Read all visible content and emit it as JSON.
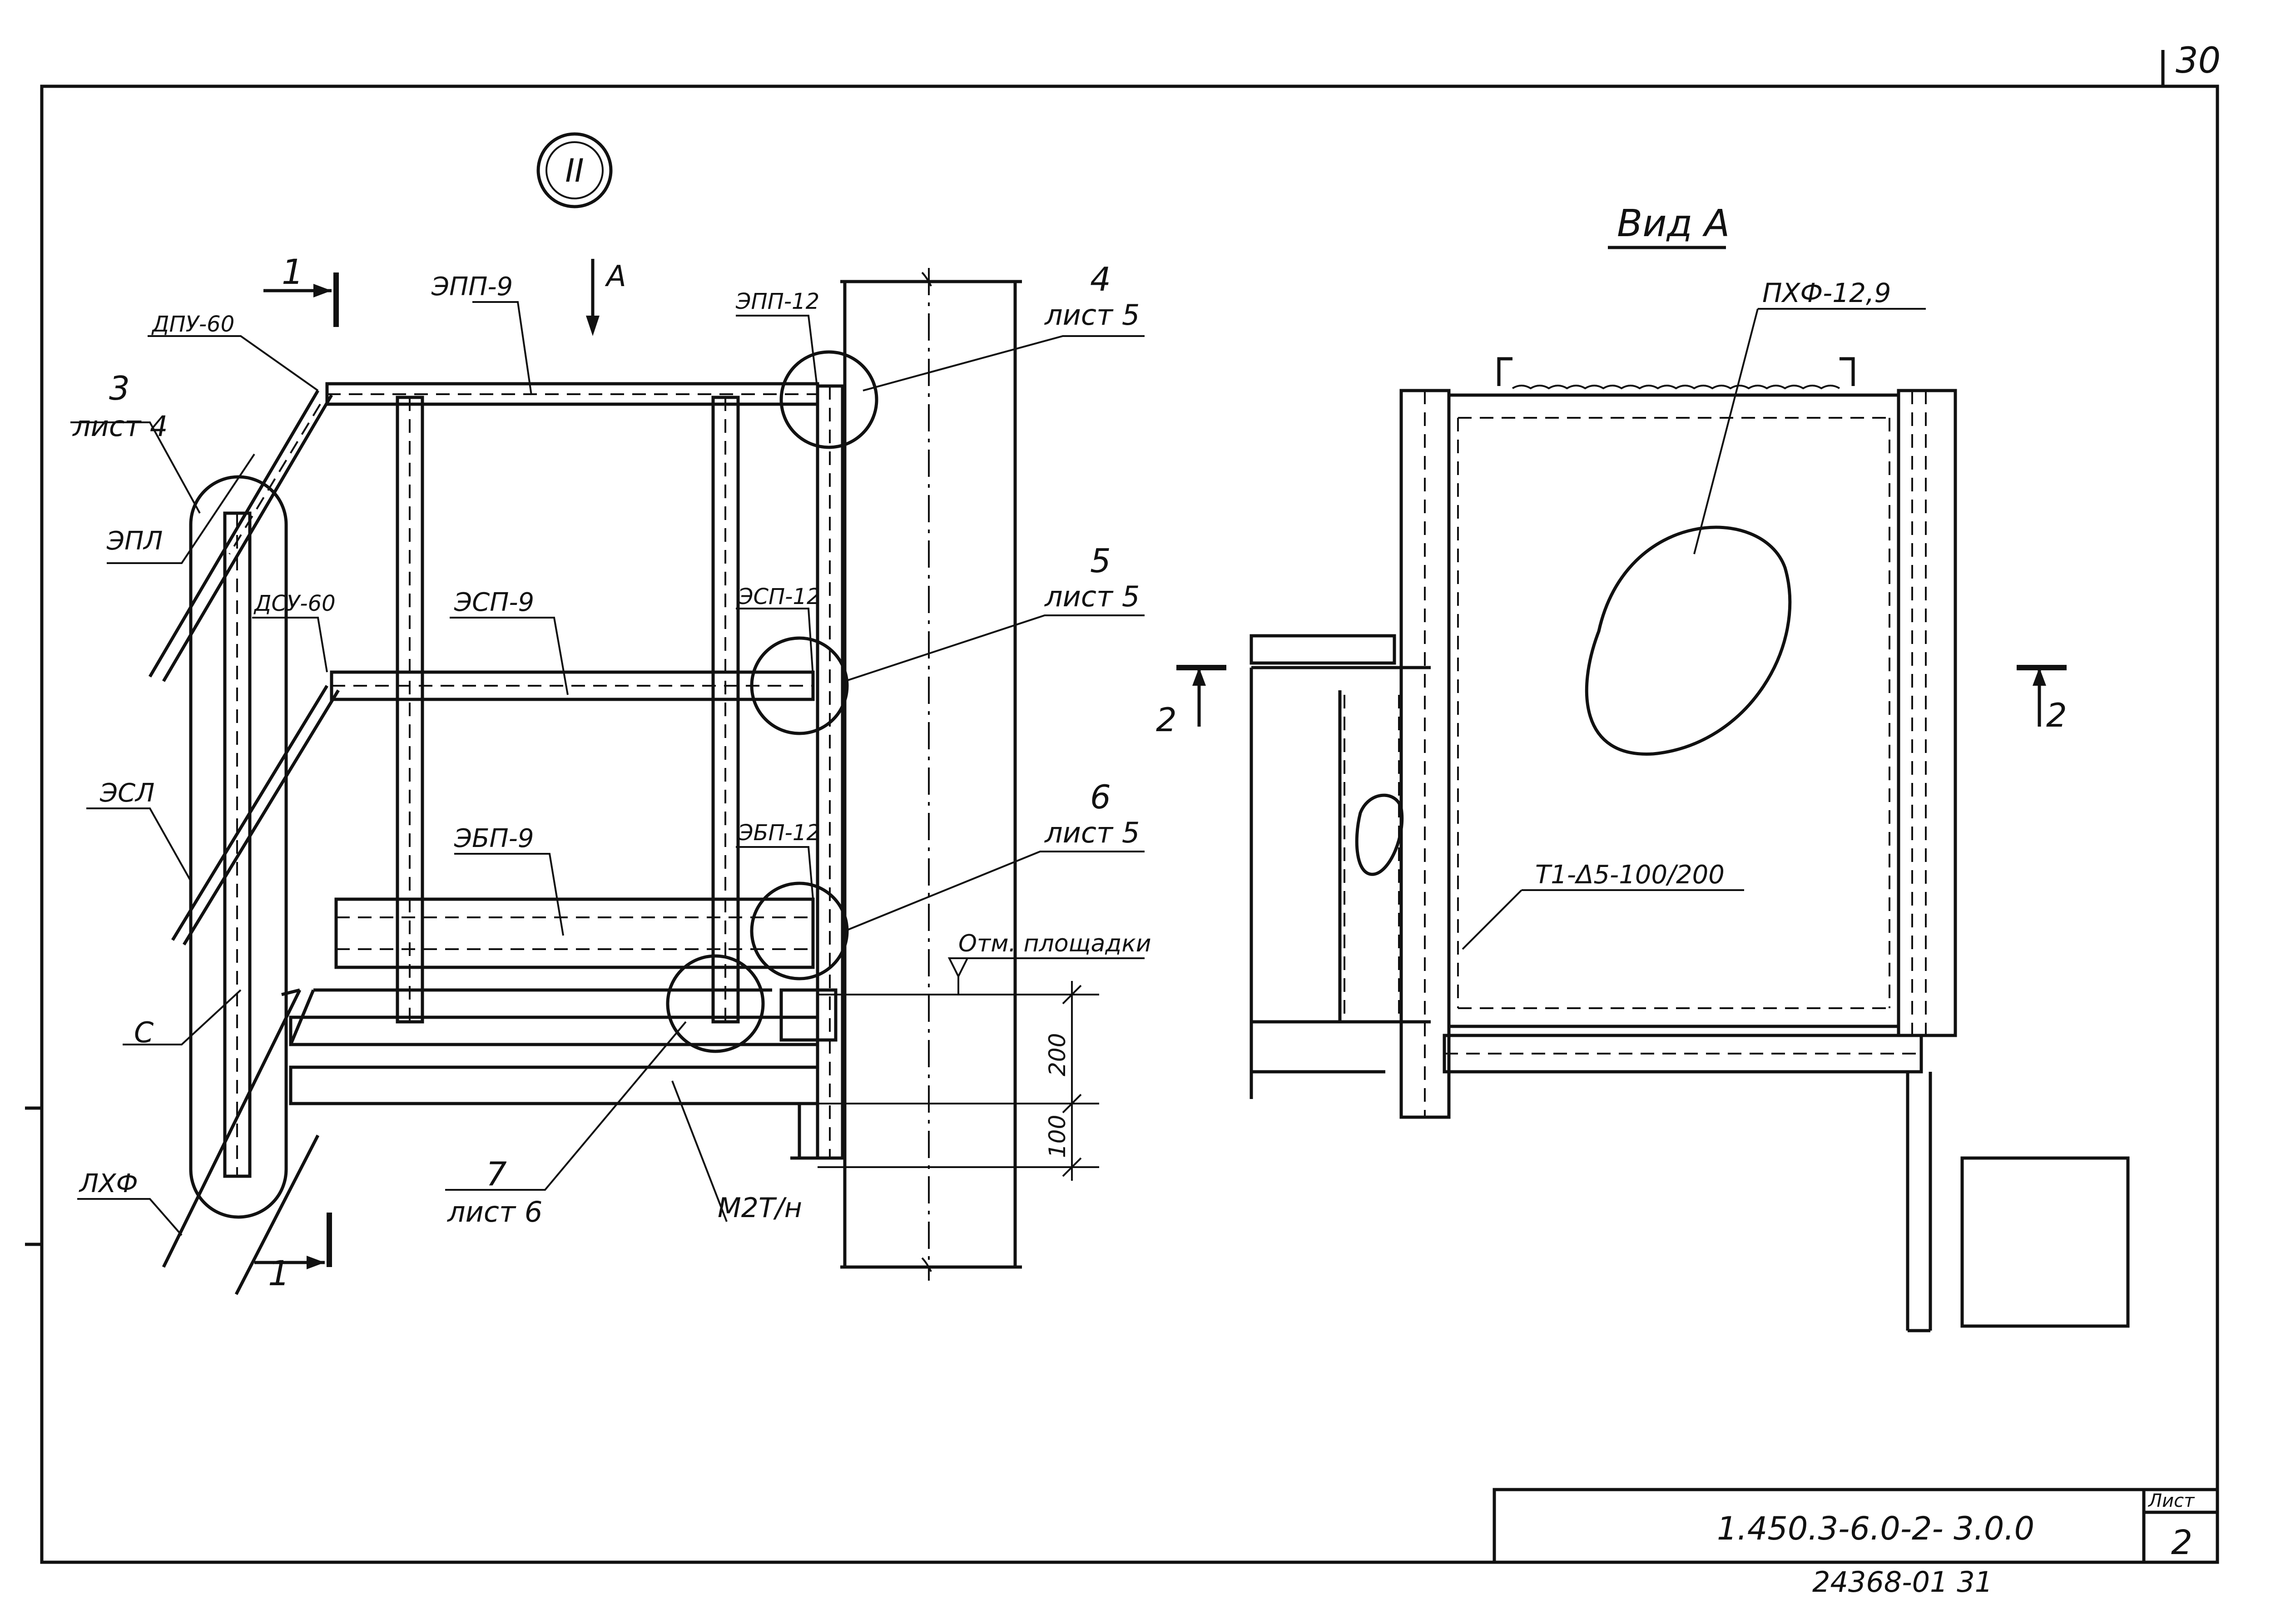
{
  "sheet": {
    "page_number": "30",
    "node_marker": "II",
    "doc_code": "1.450.3-6.0-2- 3.0.0",
    "sheet_label": "Лист",
    "sheet_number": "2",
    "archive_number": "24368-01 31"
  },
  "left_view": {
    "section_mark": "1",
    "view_arrow": "А",
    "labels": {
      "dpu": "ДПУ-60",
      "ref3_num": "3",
      "ref3_sheet": "лист 4",
      "epl": "ЭПЛ",
      "dsu": "ДСУ-60",
      "esl": "ЭСЛ",
      "c": "С",
      "lhf": "ЛХФ",
      "epp9": "ЭПП-9",
      "esp9": "ЭСП-9",
      "ebp9": "ЭБП-9",
      "epp12": "ЭПП-12",
      "esp12": "ЭСП-12",
      "ebp12": "ЭБП-12",
      "ref4_num": "4",
      "ref4_sheet": "лист 5",
      "ref5_num": "5",
      "ref5_sheet": "лист 5",
      "ref6_num": "6",
      "ref6_sheet": "лист 5",
      "ref7_num": "7",
      "ref7_sheet": "лист 6",
      "level": "Отм. площадки",
      "dim200": "200",
      "dim100": "100",
      "m2t": "М2Т/н"
    }
  },
  "right_view": {
    "title": "Вид А",
    "pxf": "ПХФ-12,9",
    "weld": "Т1-Δ5-100/200",
    "section_mark": "2"
  }
}
